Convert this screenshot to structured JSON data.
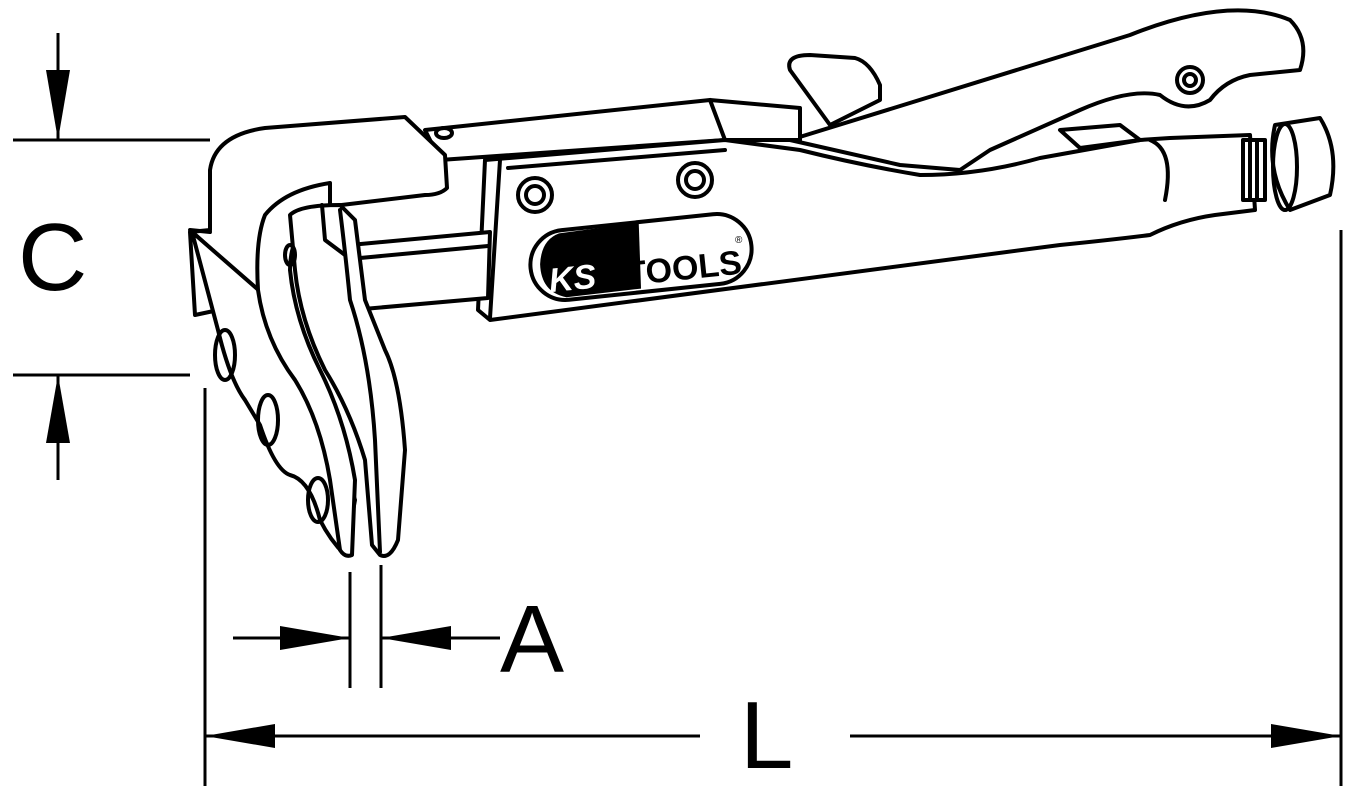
{
  "diagram": {
    "subject": "locking welding pliers (side view, line drawing)",
    "brand_logo": {
      "part1": "KS",
      "part2": "TOOLS",
      "registered_mark": "®"
    },
    "dimensions": {
      "C": "C",
      "A": "A",
      "L": "L"
    },
    "colors": {
      "line": "#000000",
      "background": "#ffffff"
    }
  }
}
